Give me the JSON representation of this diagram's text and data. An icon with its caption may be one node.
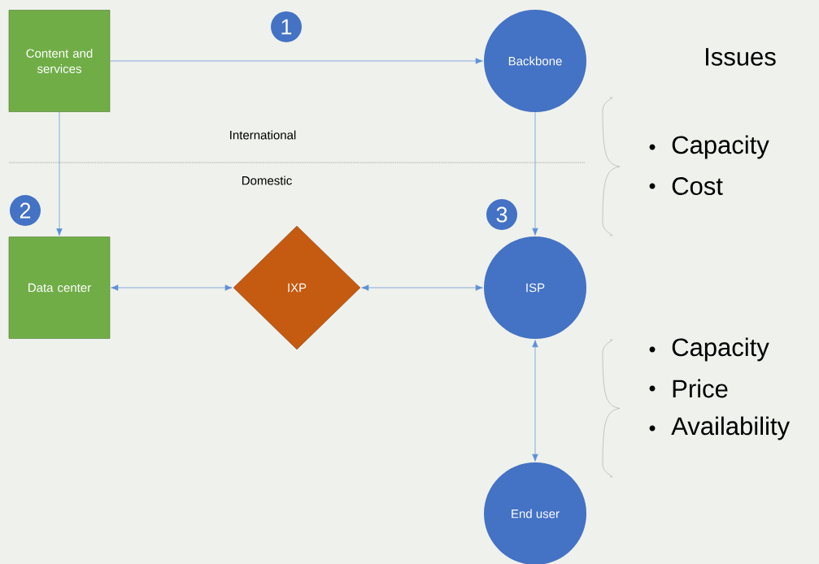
{
  "diagram": {
    "nodes": [
      {
        "text": [
          "Content and services"
        ]
      },
      {
        "text": [
          "Backbone"
        ]
      },
      {
        "text": [
          "Data center"
        ]
      },
      {
        "text": [
          "IXP"
        ]
      },
      {
        "text": [
          "ISP"
        ]
      },
      {
        "text": [
          "End user"
        ]
      },
      {
        "text": [
          "1"
        ]
      },
      {
        "text": [
          "2"
        ]
      },
      {
        "text": [
          "3"
        ]
      }
    ],
    "edges": [
      {
        "from": 0,
        "to": 1,
        "arrow": "to"
      },
      {
        "from": 0,
        "to": 2,
        "arrow": "to"
      },
      {
        "from": 1,
        "to": 4,
        "arrow": "to"
      },
      {
        "from": 2,
        "to": 3,
        "arrow": "both"
      },
      {
        "from": 3,
        "to": 4,
        "arrow": "both"
      },
      {
        "from": 4,
        "to": 5,
        "arrow": "both"
      }
    ],
    "labels": [
      "Issues",
      "International",
      "Capacity",
      "Cost",
      "Domestic",
      "Capacity",
      "Price",
      "Availability"
    ]
  }
}
